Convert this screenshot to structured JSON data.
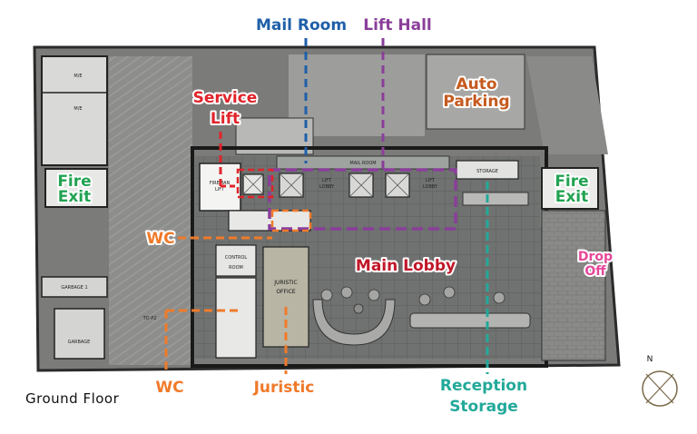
{
  "title": "Ground Floor",
  "compass": {
    "north": "N"
  },
  "colors": {
    "mail_room": "#1f5fa8",
    "lift_hall": "#8a3e9a",
    "service_lift": "#e0242a",
    "wc": "#f07a2a",
    "juristic": "#f07a2a",
    "reception": "#22a99a",
    "fire_exit": "#22a352",
    "drop_off": "#e6489a",
    "main_lobby": "#c0182a",
    "auto_parking": "#c55a1f"
  },
  "callouts": {
    "mail_room": "Mail Room",
    "lift_hall": "Lift Hall",
    "service_lift": [
      "Service",
      "Lift"
    ],
    "auto_parking": [
      "Auto",
      "Parking"
    ],
    "fire_exit_left": [
      "Fire",
      "Exit"
    ],
    "fire_exit_right": [
      "Fire",
      "Exit"
    ],
    "wc_left": "WC",
    "wc_bottom": "WC",
    "main_lobby": "Main Lobby",
    "drop_off": [
      "Drop",
      "Off"
    ],
    "juristic": "Juristic",
    "reception": [
      "Reception",
      "Storage"
    ]
  },
  "room_labels": {
    "me_1": "M/E",
    "me_2": "M/E",
    "mail_room": "MAIL ROOM",
    "storage": "STORAGE",
    "fireman_lift": [
      "FIREMAN",
      "LIFT"
    ],
    "lift_lobby_1": [
      "LIFT",
      "LOBBY"
    ],
    "lift_lobby_2": [
      "LIFT",
      "LOBBY"
    ],
    "control_room": [
      "CONTROL",
      "ROOM"
    ],
    "juristic_office": [
      "JURISTIC",
      "OFFICE"
    ],
    "garbage_1": "GARBAGE 1",
    "garbage": "GARBAGE",
    "to_p2": "TO P2"
  }
}
